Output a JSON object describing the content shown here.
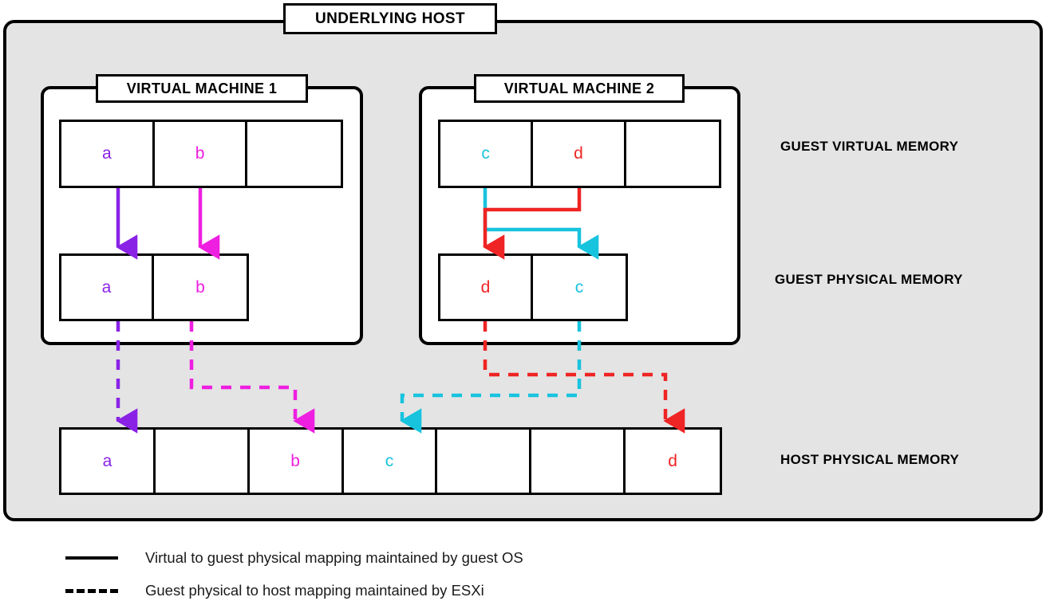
{
  "diagram": {
    "host": {
      "title": "UNDERLYING HOST"
    },
    "vms": [
      {
        "title": "VIRTUAL MACHINE 1",
        "guest_virtual_memory": [
          {
            "label": "a",
            "color": "#8a22e6"
          },
          {
            "label": "b",
            "color": "#ee1fe0"
          },
          {
            "label": "",
            "color": "#000000"
          }
        ],
        "guest_physical_memory": [
          {
            "label": "a",
            "color": "#8a22e6"
          },
          {
            "label": "b",
            "color": "#ee1fe0"
          }
        ]
      },
      {
        "title": "VIRTUAL MACHINE 2",
        "guest_virtual_memory": [
          {
            "label": "c",
            "color": "#18c3de"
          },
          {
            "label": "d",
            "color": "#ef2424"
          },
          {
            "label": "",
            "color": "#000000"
          }
        ],
        "guest_physical_memory": [
          {
            "label": "d",
            "color": "#ef2424"
          },
          {
            "label": "c",
            "color": "#18c3de"
          }
        ]
      }
    ],
    "host_physical_memory": [
      {
        "label": "a",
        "color": "#8a22e6"
      },
      {
        "label": "",
        "color": "#000000"
      },
      {
        "label": "b",
        "color": "#ee1fe0"
      },
      {
        "label": "c",
        "color": "#18c3de"
      },
      {
        "label": "",
        "color": "#000000"
      },
      {
        "label": "",
        "color": "#000000"
      },
      {
        "label": "d",
        "color": "#ef2424"
      }
    ],
    "row_labels": {
      "guest_virtual": "GUEST VIRTUAL MEMORY",
      "guest_physical": "GUEST PHYSICAL MEMORY",
      "host_physical": "HOST PHYSICAL MEMORY"
    },
    "legend": [
      {
        "style": "solid",
        "text": "Virtual to guest physical mapping maintained by guest OS"
      },
      {
        "style": "dashed",
        "text": "Guest physical to host mapping maintained by ESXi"
      }
    ],
    "colors": {
      "purple": "#8a22e6",
      "magenta": "#ee1fe0",
      "cyan": "#18c3de",
      "red": "#ef2424",
      "host_background": "#e4e4e4",
      "stroke": "#000000",
      "cell_background": "#ffffff"
    }
  }
}
